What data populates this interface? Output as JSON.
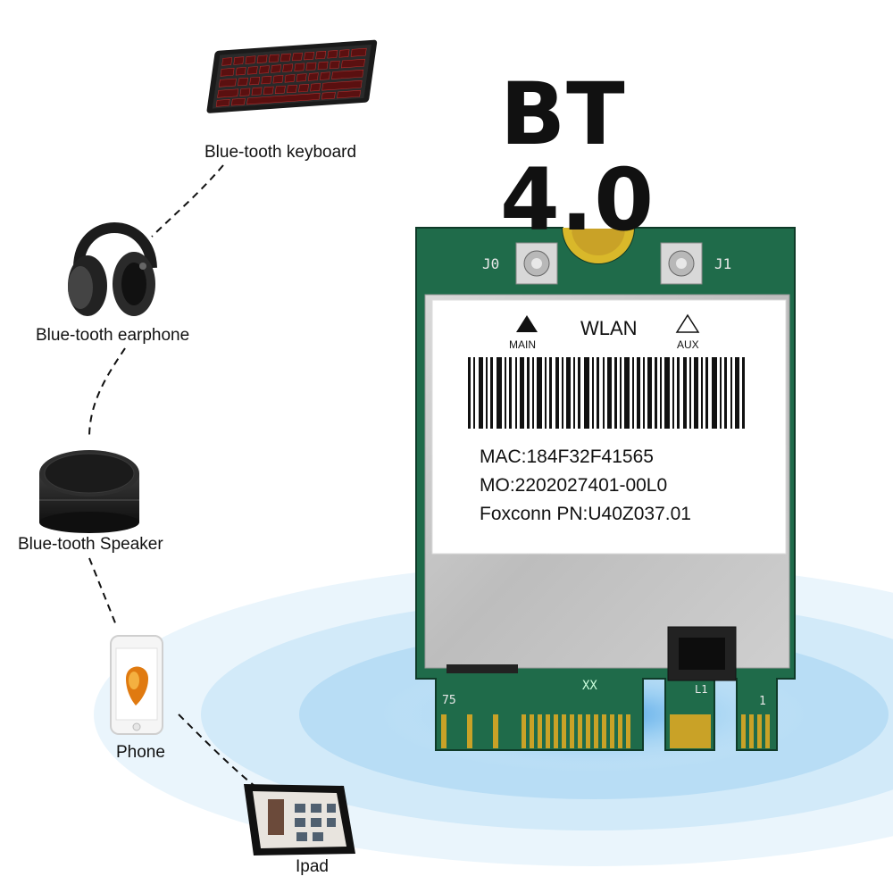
{
  "title": "BT 4.0",
  "devices": {
    "keyboard": "Blue-tooth keyboard",
    "earphone": "Blue-tooth earphone",
    "speaker": "Blue-tooth Speaker",
    "phone": "Phone",
    "ipad": "Ipad"
  },
  "card": {
    "label_wlan": "WLAN",
    "label_main": "MAIN",
    "label_aux": "AUX",
    "mac": "MAC:184F32F41565",
    "mo": "MO:2202027401-00L0",
    "pn": "Foxconn PN:U40Z037.01",
    "j0": "J0",
    "j1": "J1",
    "pin_75": "75",
    "pin_xx": "XX",
    "pin_l1": "L1",
    "pin_1": "1"
  },
  "colors": {
    "pcb_green": "#1f6b4a",
    "gold": "#c9a227",
    "shield": "#c8c8c8",
    "glow_blue": "#4fa8e8"
  }
}
